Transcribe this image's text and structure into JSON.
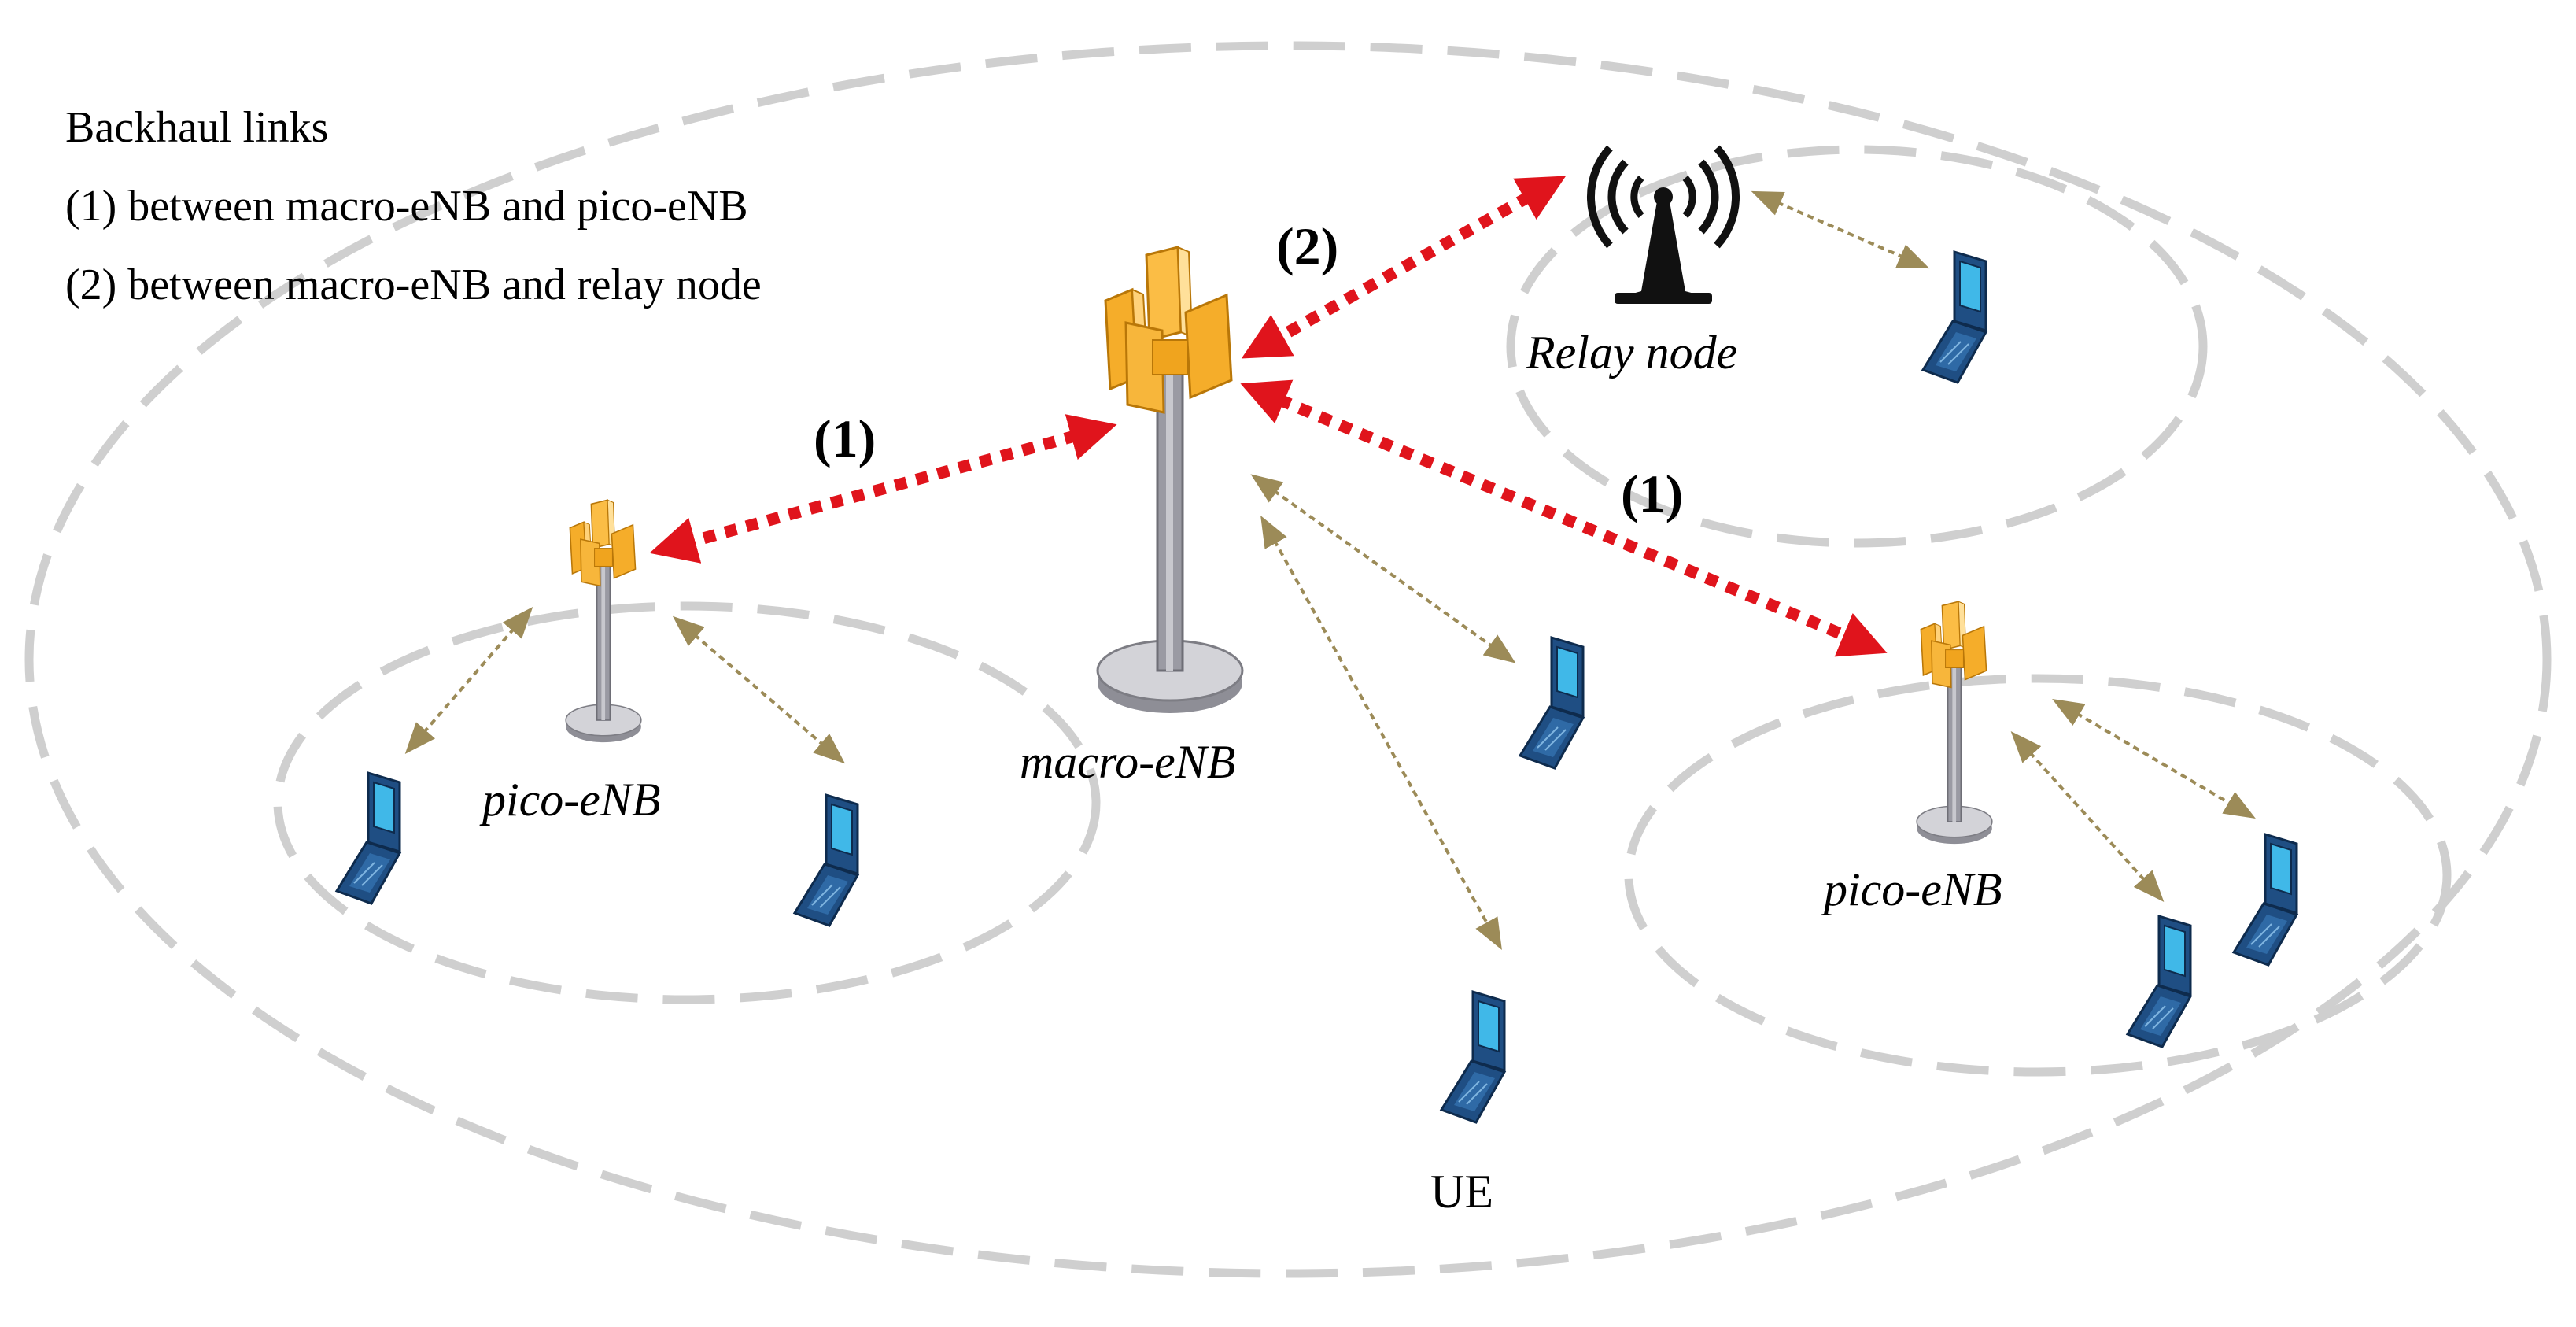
{
  "legend": {
    "title": "Backhaul  links",
    "line1": "(1) between macro-eNB and pico-eNB",
    "line2": "(2) between macro-eNB and relay  node"
  },
  "labels": {
    "macro": "macro-eNB",
    "pico_left": "pico-eNB",
    "pico_right": "pico-eNB",
    "relay": "Relay  node",
    "ue": "UE",
    "link1_left": "(1)",
    "link1_right": "(1)",
    "link2": "(2)"
  },
  "colors": {
    "backhaul": "#e0141c",
    "access": "#9c8b58",
    "cell": "#cfcfcf",
    "tower": "#9a9aa3",
    "antenna": "#f5ad2a",
    "phone": "#1f4e83",
    "screen": "#40b8e8"
  },
  "icons": [
    "macro-tower-icon",
    "pico-tower-icon",
    "relay-antenna-icon",
    "phone-icon"
  ]
}
